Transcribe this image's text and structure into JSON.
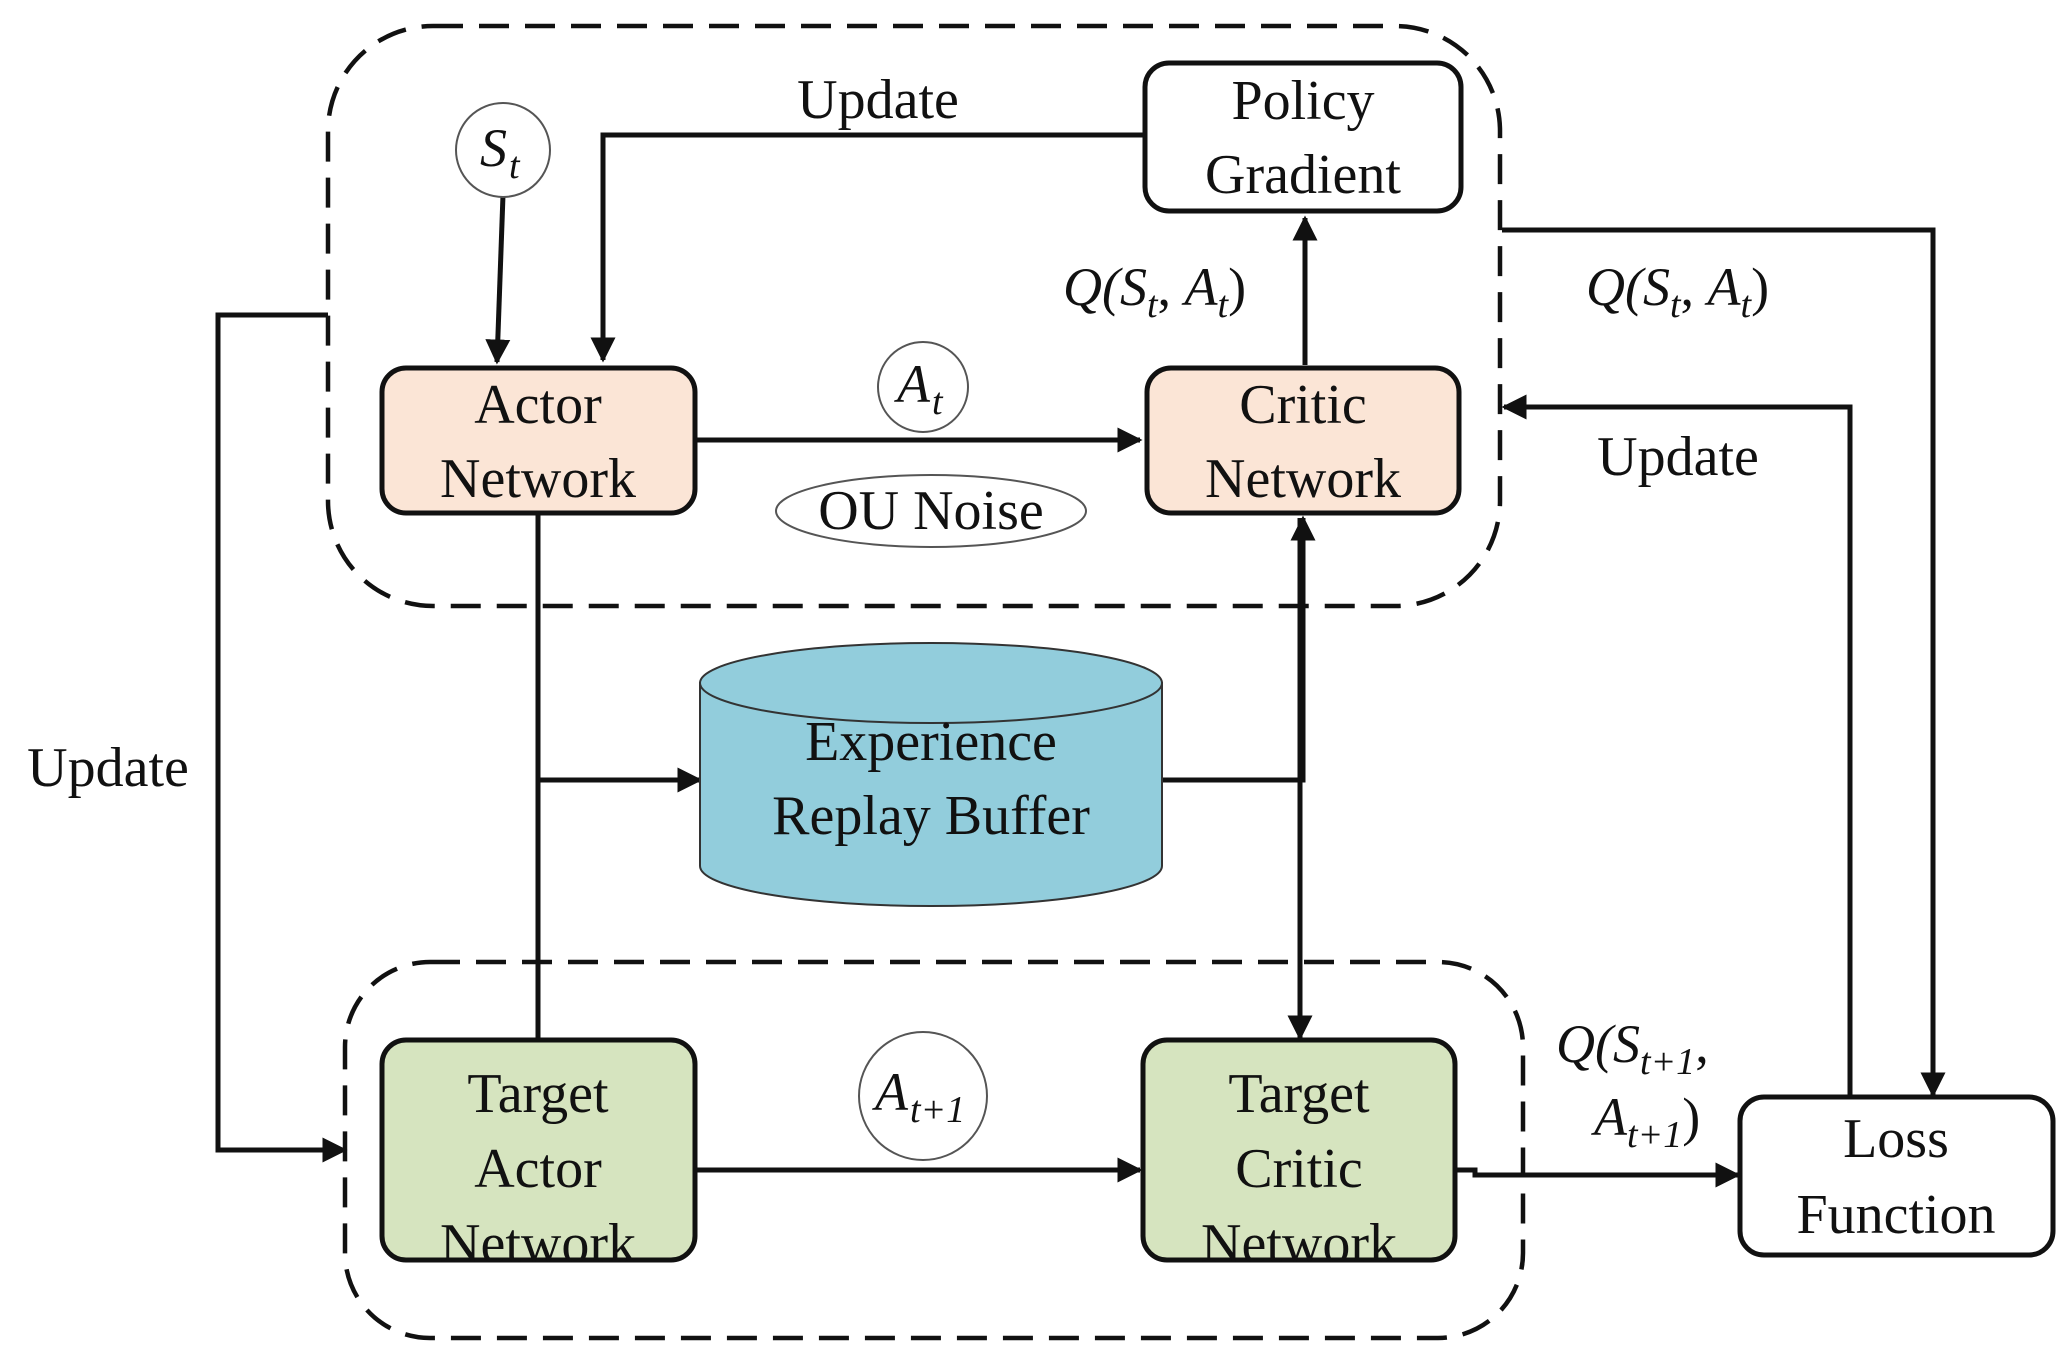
{
  "colors": {
    "online_box_fill": "#fbe5d6",
    "target_box_fill": "#d6e4bf",
    "buffer_fill": "#92cddc",
    "plain_box_fill": "#ffffff",
    "stroke": "#111111"
  },
  "nodes": {
    "policy_gradient": [
      "Policy",
      "Gradient"
    ],
    "actor_network": [
      "Actor",
      "Network"
    ],
    "critic_network": [
      "Critic",
      "Network"
    ],
    "replay_buffer": [
      "Experience",
      "Replay Buffer"
    ],
    "target_actor_network": [
      "Target",
      "Actor",
      "Network"
    ],
    "target_critic_network": [
      "Target",
      "Critic",
      "Network"
    ],
    "loss_function": [
      "Loss",
      "Function"
    ],
    "ou_noise": "OU Noise"
  },
  "symbols": {
    "state": {
      "base": "S",
      "sub": "t"
    },
    "action": {
      "base": "A",
      "sub": "t"
    },
    "next_action": {
      "base": "A",
      "sub": "t+1"
    }
  },
  "labels": {
    "update_top": "Update",
    "update_left": "Update",
    "update_right": "Update",
    "q_inner": {
      "q": "Q(",
      "s": "S",
      "s_sub": "t",
      "sep": ", ",
      "a": "A",
      "a_sub": "t",
      "close": ")"
    },
    "q_outer": {
      "q": "Q(",
      "s": "S",
      "s_sub": "t",
      "sep": ", ",
      "a": "A",
      "a_sub": "t",
      "close": ")"
    },
    "q_next": {
      "q": "Q(",
      "s": "S",
      "s_sub": "t+1",
      "sep": ",",
      "a": "A",
      "a_sub": "t+1",
      "close": ")"
    }
  }
}
